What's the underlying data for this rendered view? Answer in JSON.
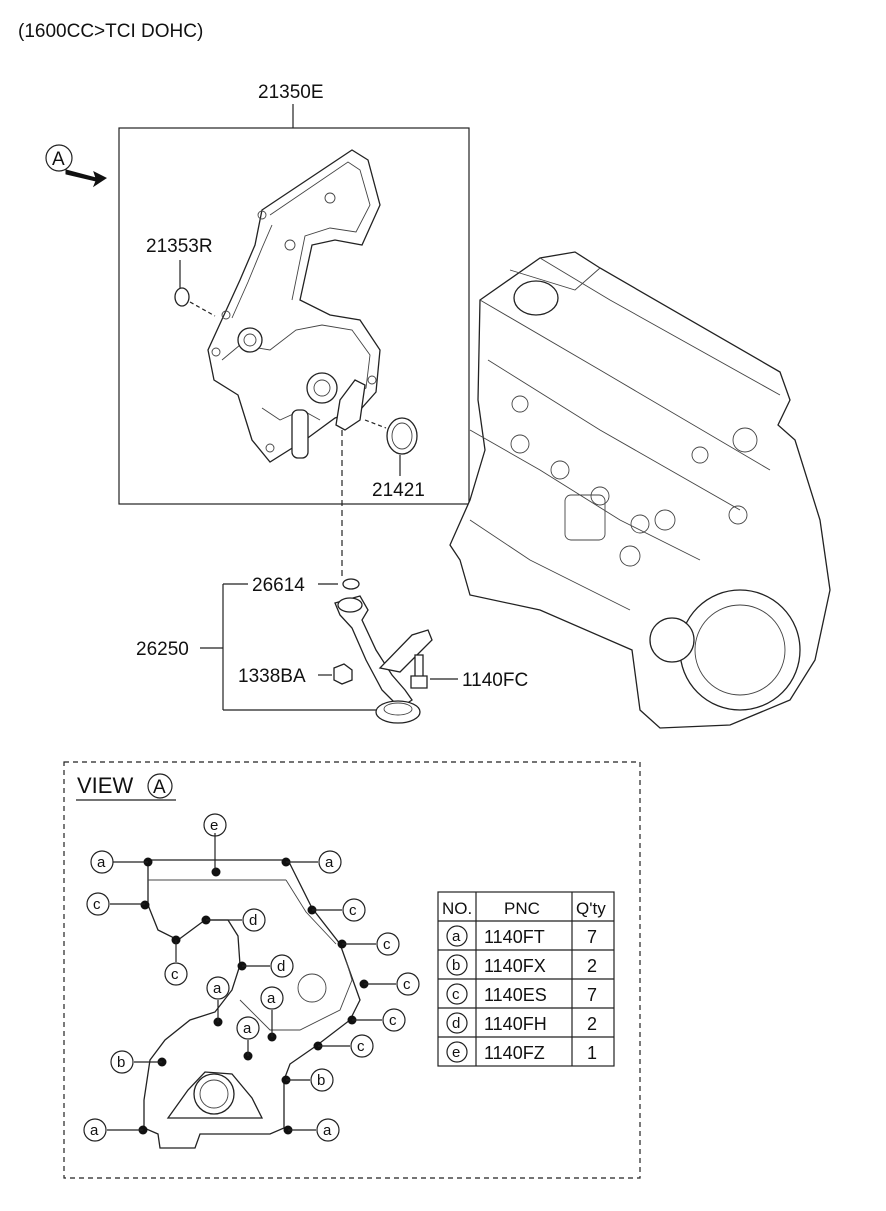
{
  "header": {
    "title": "(1600CC>TCI DOHC)"
  },
  "callouts": {
    "cover_assembly": "21350E",
    "seal_left": "21353R",
    "seal_right": "21421",
    "oring": "26614",
    "strainer_group": "26250",
    "nut": "1338BA",
    "bolt": "1140FC"
  },
  "view_marker": {
    "letter": "A"
  },
  "view_box": {
    "title": "VIEW"
  },
  "bolt_letters": {
    "a": "a",
    "b": "b",
    "c": "c",
    "d": "d",
    "e": "e"
  },
  "bolt_table": {
    "headers": [
      "NO.",
      "PNC",
      "Q'ty"
    ],
    "rows": [
      {
        "no": "a",
        "pnc": "1140FT",
        "qty": "7"
      },
      {
        "no": "b",
        "pnc": "1140FX",
        "qty": "2"
      },
      {
        "no": "c",
        "pnc": "1140ES",
        "qty": "7"
      },
      {
        "no": "d",
        "pnc": "1140FH",
        "qty": "2"
      },
      {
        "no": "e",
        "pnc": "1140FZ",
        "qty": "1"
      }
    ]
  }
}
